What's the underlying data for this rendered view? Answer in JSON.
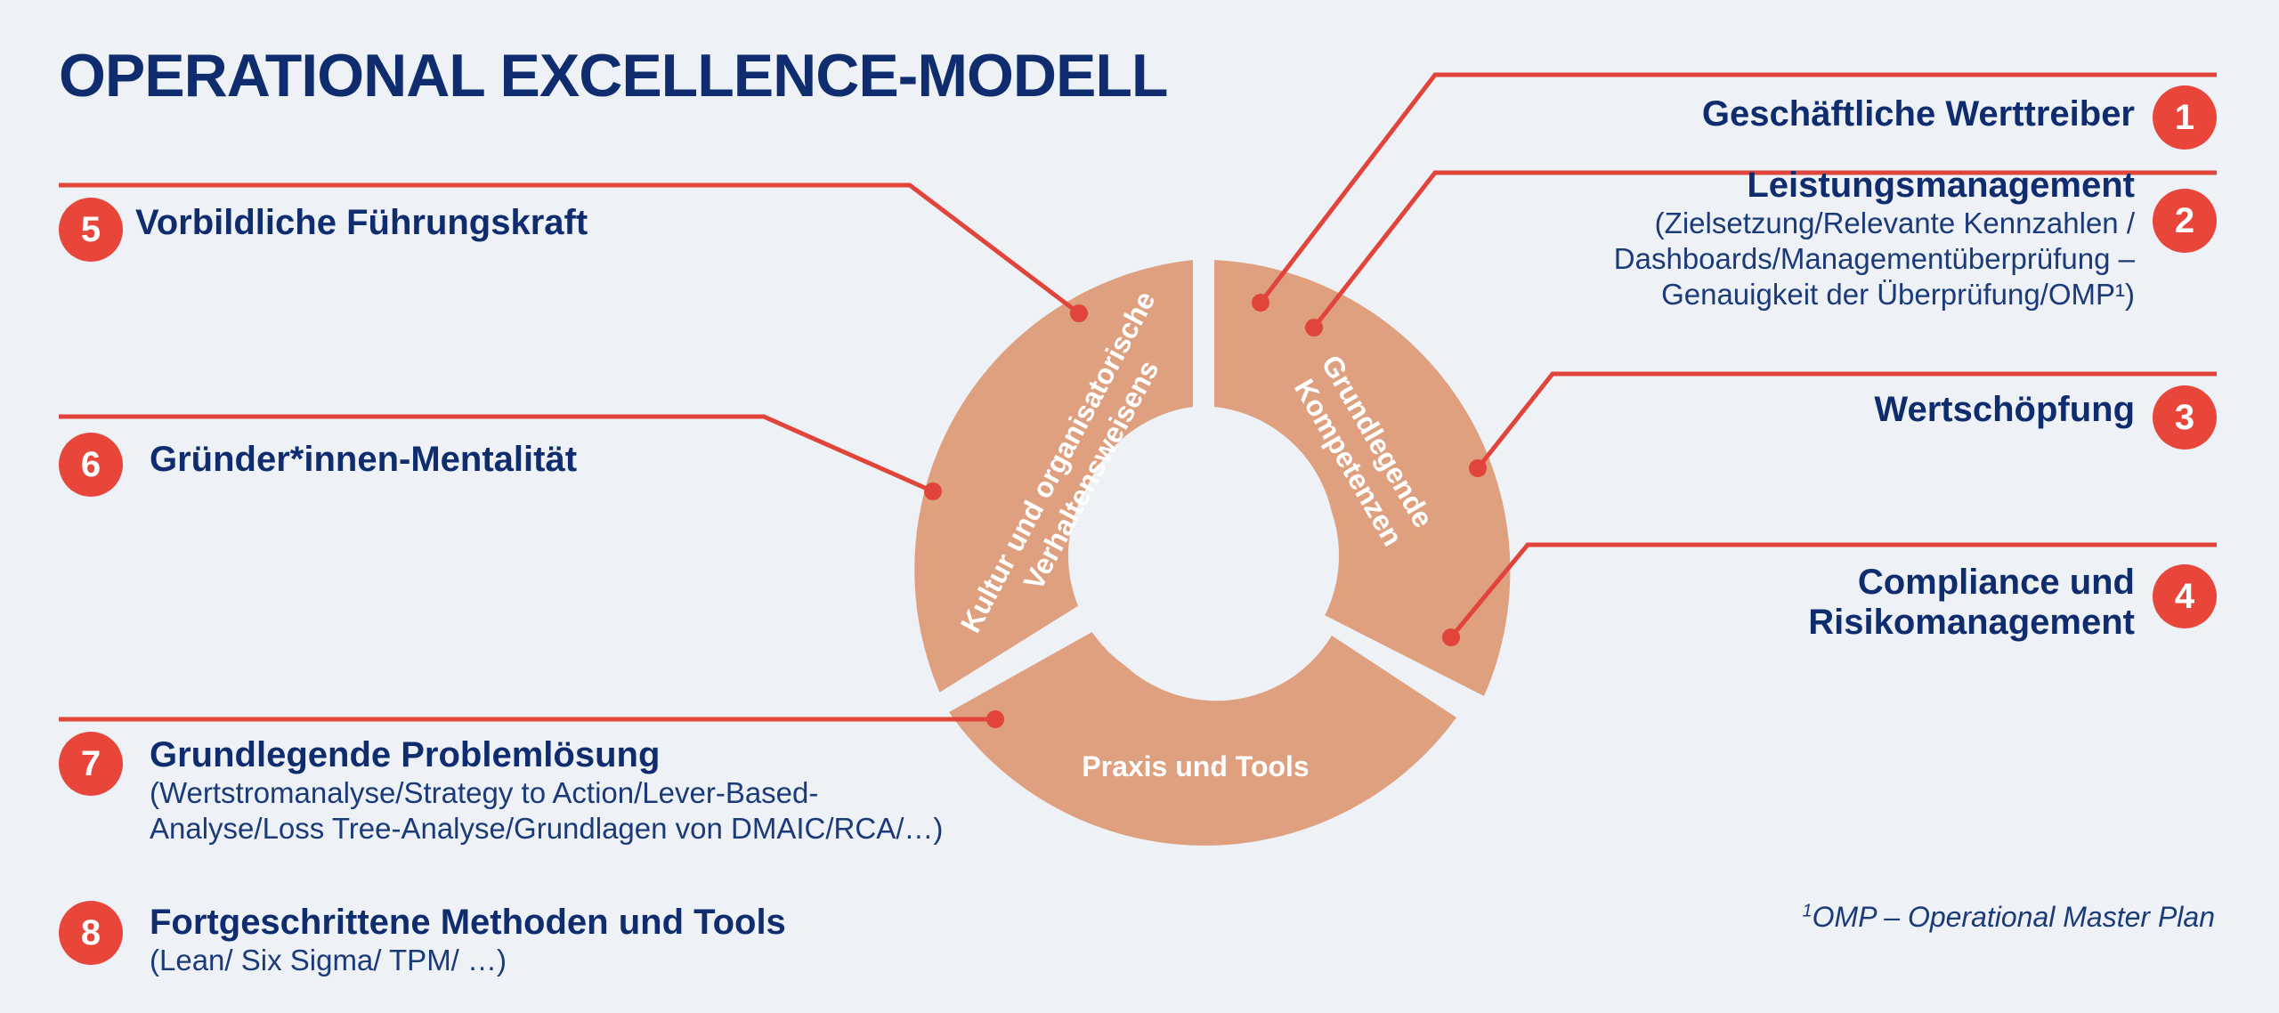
{
  "title": "OPERATIONAL EXCELLENCE-MODELL",
  "colors": {
    "navy": "#0f2d6e",
    "red": "#e8463b",
    "segment": "#dfa07f",
    "background": "#eef2f6"
  },
  "ring": {
    "segments": [
      {
        "label_line1": "Kultur und organisatorische",
        "label_line2": "Verhaltensweisens"
      },
      {
        "label_line1": "Grundlegende",
        "label_line2": "Kompetenzen"
      },
      {
        "label": "Praxis und Tools"
      }
    ]
  },
  "items": [
    {
      "number": "1",
      "heading": "Geschäftliche Werttreiber"
    },
    {
      "number": "2",
      "heading": "Leistungsmanagement",
      "detail_lines": [
        "(Zielsetzung/Relevante Kennzahlen /",
        "Dashboards/Managementüberprüfung –",
        "Genauigkeit der Überprüfung/OMP¹)"
      ]
    },
    {
      "number": "3",
      "heading": "Wertschöpfung"
    },
    {
      "number": "4",
      "heading_line1": "Compliance und",
      "heading_line2": "Risikomanagement"
    },
    {
      "number": "5",
      "heading": "Vorbildliche Führungskraft"
    },
    {
      "number": "6",
      "heading": "Gründer*innen-Mentalität"
    },
    {
      "number": "7",
      "heading": "Grundlegende Problemlösung",
      "detail_lines": [
        "(Wertstromanalyse/Strategy to Action/Lever-Based-",
        "Analyse/Loss Tree-Analyse/Grundlagen von DMAIC/RCA/…)"
      ]
    },
    {
      "number": "8",
      "heading": "Fortgeschrittene Methoden und Tools",
      "detail_lines": [
        "(Lean/ Six Sigma/ TPM/ …)"
      ]
    }
  ],
  "footnote": {
    "marker": "1",
    "text": "OMP – Operational Master Plan"
  }
}
